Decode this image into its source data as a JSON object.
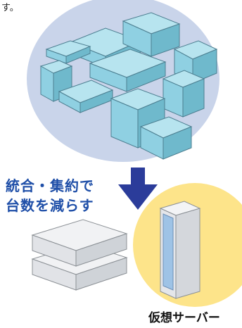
{
  "top_caption": "す。",
  "label_left": [
    "統合・集約で",
    "台数を減らす"
  ],
  "label_bottom": "仮想サーバー",
  "colors": {
    "bubble_bg": "#c9d4ea",
    "server_teal": "#8fd0e2",
    "arrow": "#2b3c9a",
    "label_blue": "#1f4fa8",
    "highlight_yellow": "#fde48a",
    "rack_gray": "#e9ebee"
  },
  "icons": [
    "physical-server-cluster",
    "consolidation-arrow",
    "virtual-server-stack",
    "server-rack"
  ]
}
